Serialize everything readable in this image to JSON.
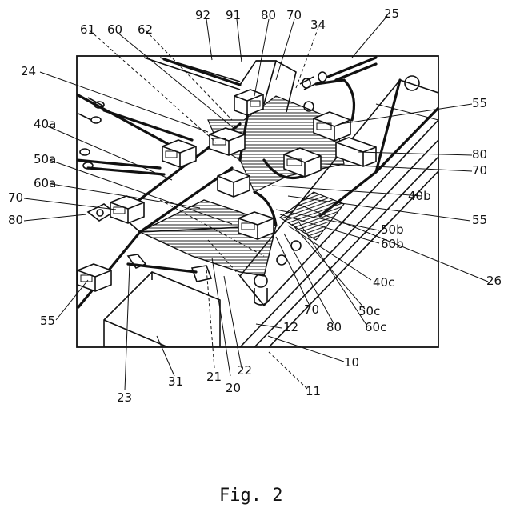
{
  "figure": {
    "caption": "Fig. 2",
    "labels": [
      {
        "id": "92",
        "text": "92"
      },
      {
        "id": "91",
        "text": "91"
      },
      {
        "id": "80t",
        "text": "80"
      },
      {
        "id": "70t",
        "text": "70"
      },
      {
        "id": "34",
        "text": "34"
      },
      {
        "id": "25",
        "text": "25"
      },
      {
        "id": "61",
        "text": "61"
      },
      {
        "id": "60",
        "text": "60"
      },
      {
        "id": "62",
        "text": "62"
      },
      {
        "id": "24",
        "text": "24"
      },
      {
        "id": "55r1",
        "text": "55"
      },
      {
        "id": "40a",
        "text": "40a"
      },
      {
        "id": "80r",
        "text": "80"
      },
      {
        "id": "50a",
        "text": "50a"
      },
      {
        "id": "70r",
        "text": "70"
      },
      {
        "id": "60a",
        "text": "60a"
      },
      {
        "id": "40b",
        "text": "40b"
      },
      {
        "id": "70l",
        "text": "70"
      },
      {
        "id": "55r2",
        "text": "55"
      },
      {
        "id": "80l",
        "text": "80"
      },
      {
        "id": "50b",
        "text": "50b"
      },
      {
        "id": "60b",
        "text": "60b"
      },
      {
        "id": "40c",
        "text": "40c"
      },
      {
        "id": "26",
        "text": "26"
      },
      {
        "id": "55l",
        "text": "55"
      },
      {
        "id": "70b",
        "text": "70"
      },
      {
        "id": "50c",
        "text": "50c"
      },
      {
        "id": "80b",
        "text": "80"
      },
      {
        "id": "60c",
        "text": "60c"
      },
      {
        "id": "12",
        "text": "12"
      },
      {
        "id": "10",
        "text": "10"
      },
      {
        "id": "22",
        "text": "22"
      },
      {
        "id": "20",
        "text": "20"
      },
      {
        "id": "21",
        "text": "21"
      },
      {
        "id": "11",
        "text": "11"
      },
      {
        "id": "23",
        "text": "23"
      },
      {
        "id": "31",
        "text": "31"
      }
    ]
  }
}
